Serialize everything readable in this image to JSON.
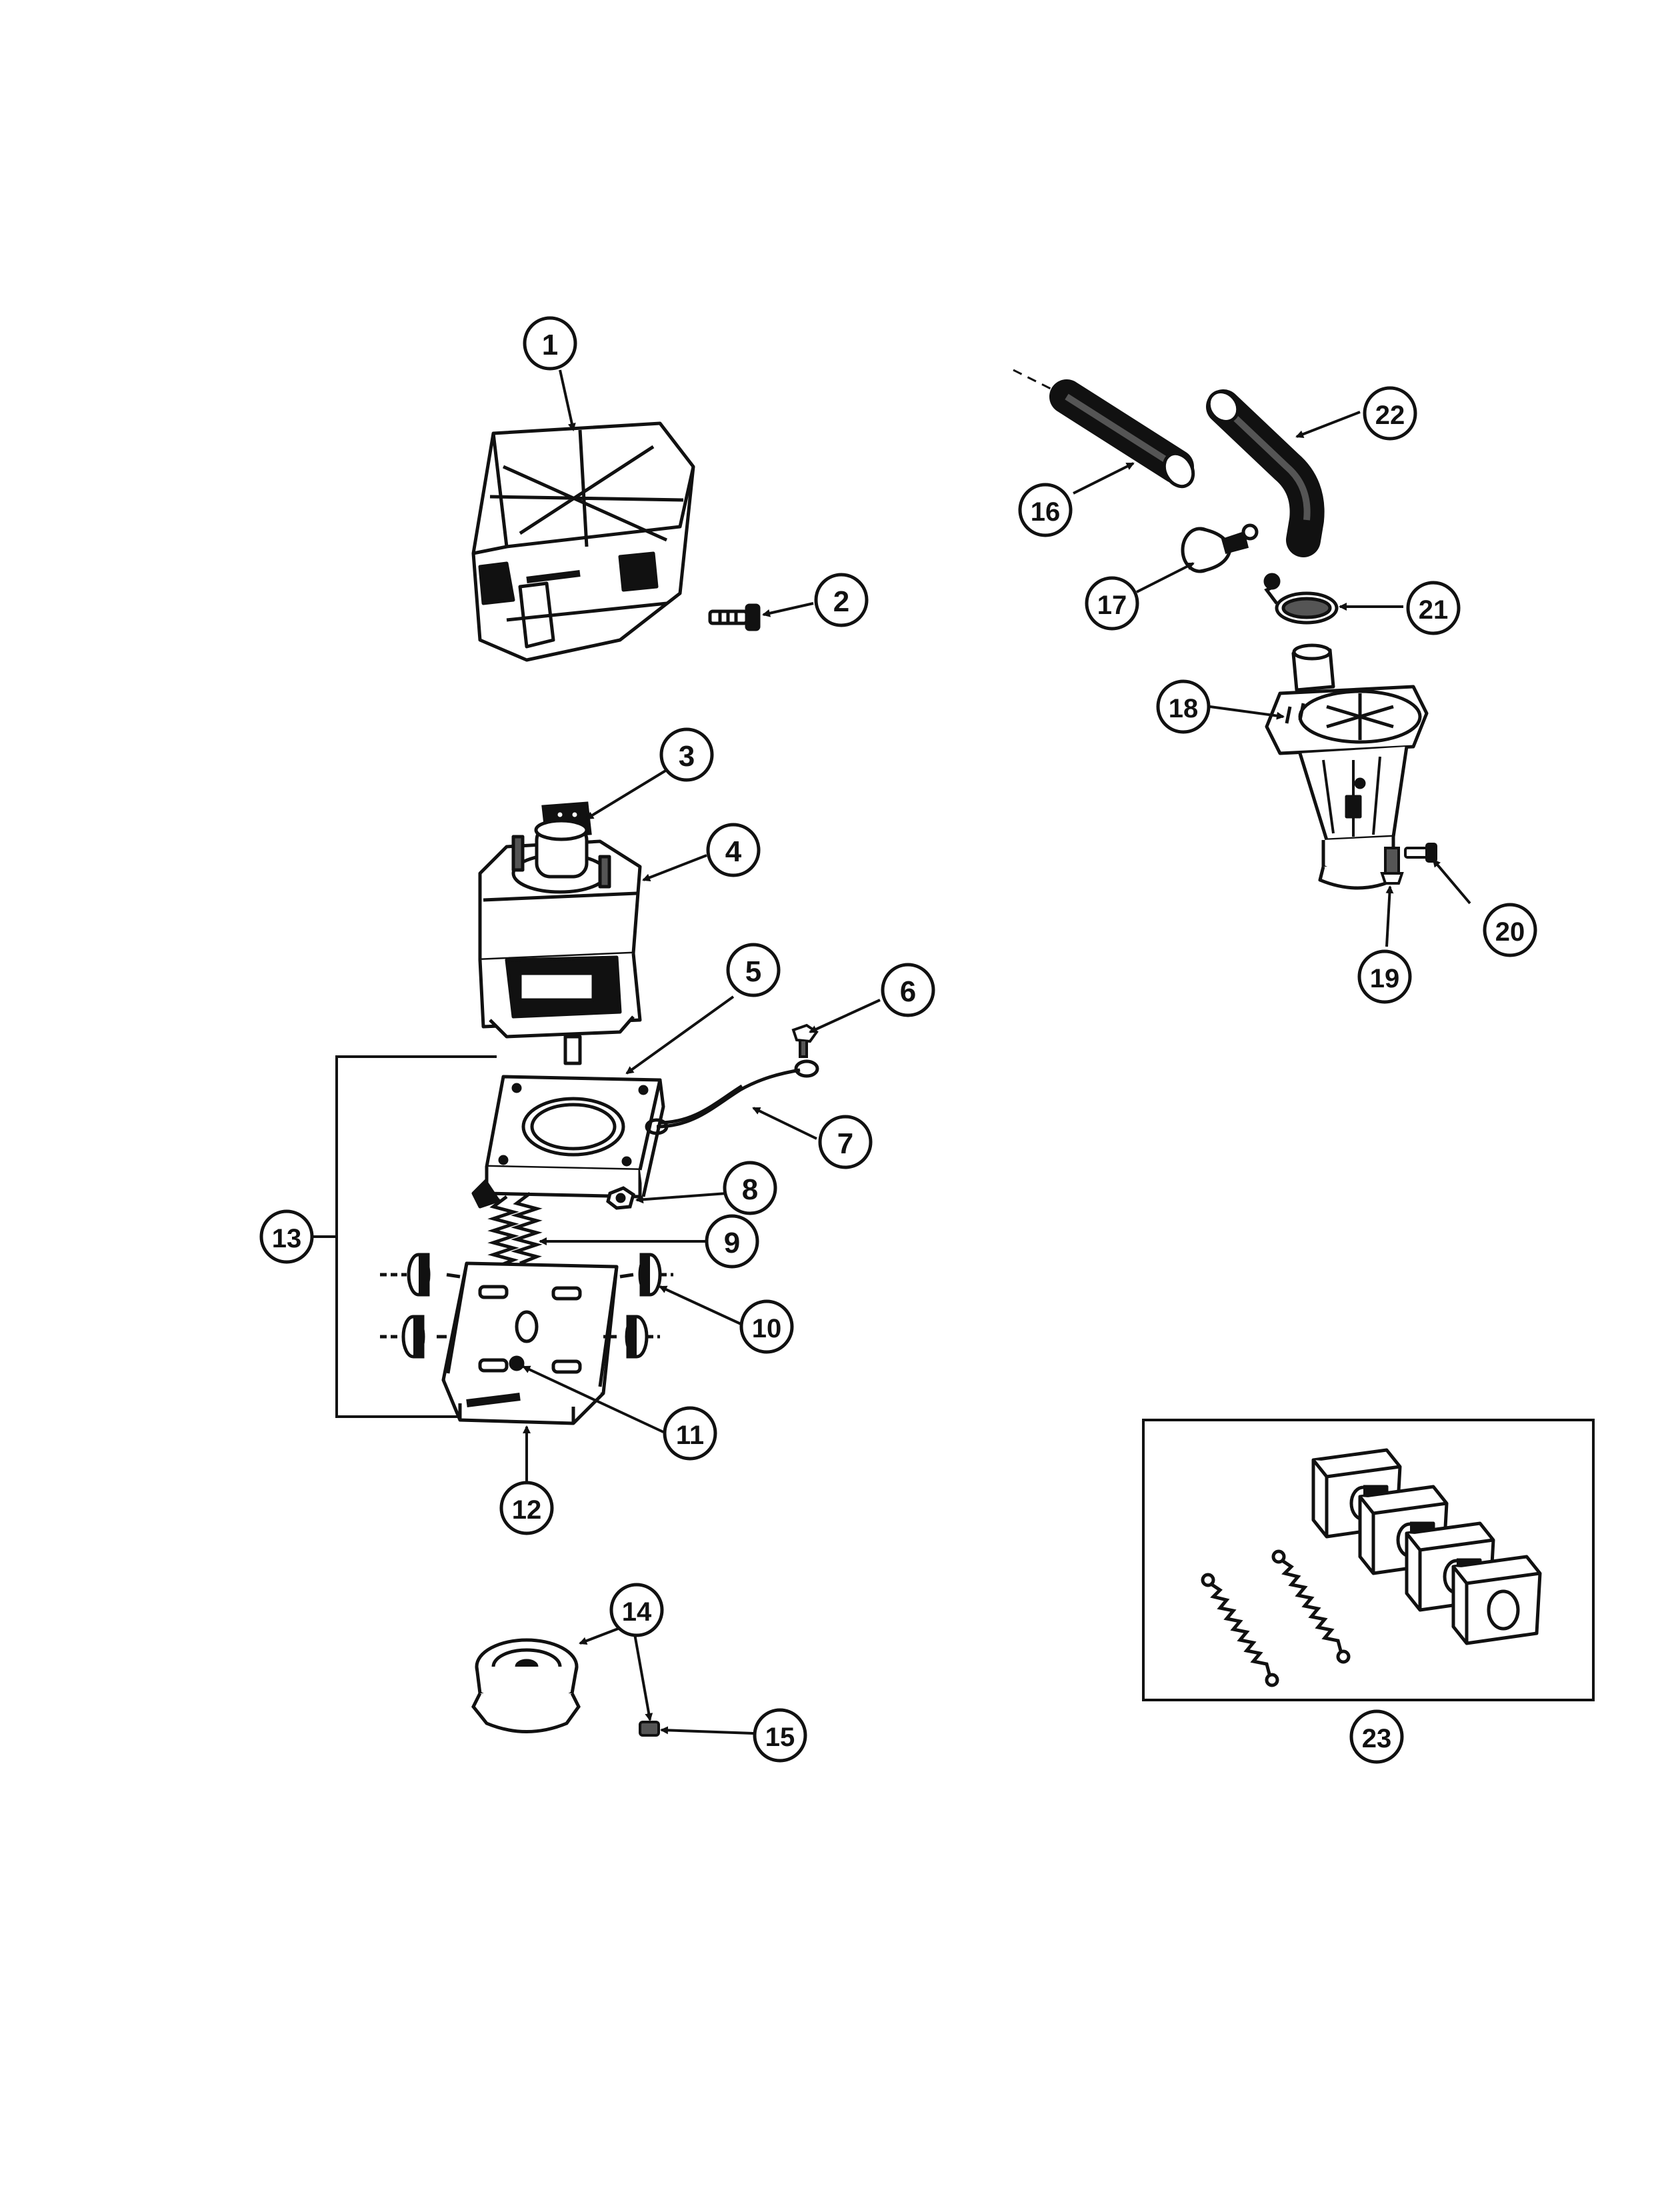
{
  "callouts": {
    "c1": "1",
    "c2": "2",
    "c3": "3",
    "c4": "4",
    "c5": "5",
    "c6": "6",
    "c7": "7",
    "c8": "8",
    "c9": "9",
    "c10": "10",
    "c11": "11",
    "c12": "12",
    "c13": "13",
    "c14": "14",
    "c15": "15",
    "c16": "16",
    "c17": "17",
    "c18": "18",
    "c19": "19",
    "c20": "20",
    "c21": "21",
    "c22": "22",
    "c23": "23"
  },
  "colors": {
    "ink": "#111111",
    "paper": "#ffffff",
    "shade": "#555555"
  }
}
